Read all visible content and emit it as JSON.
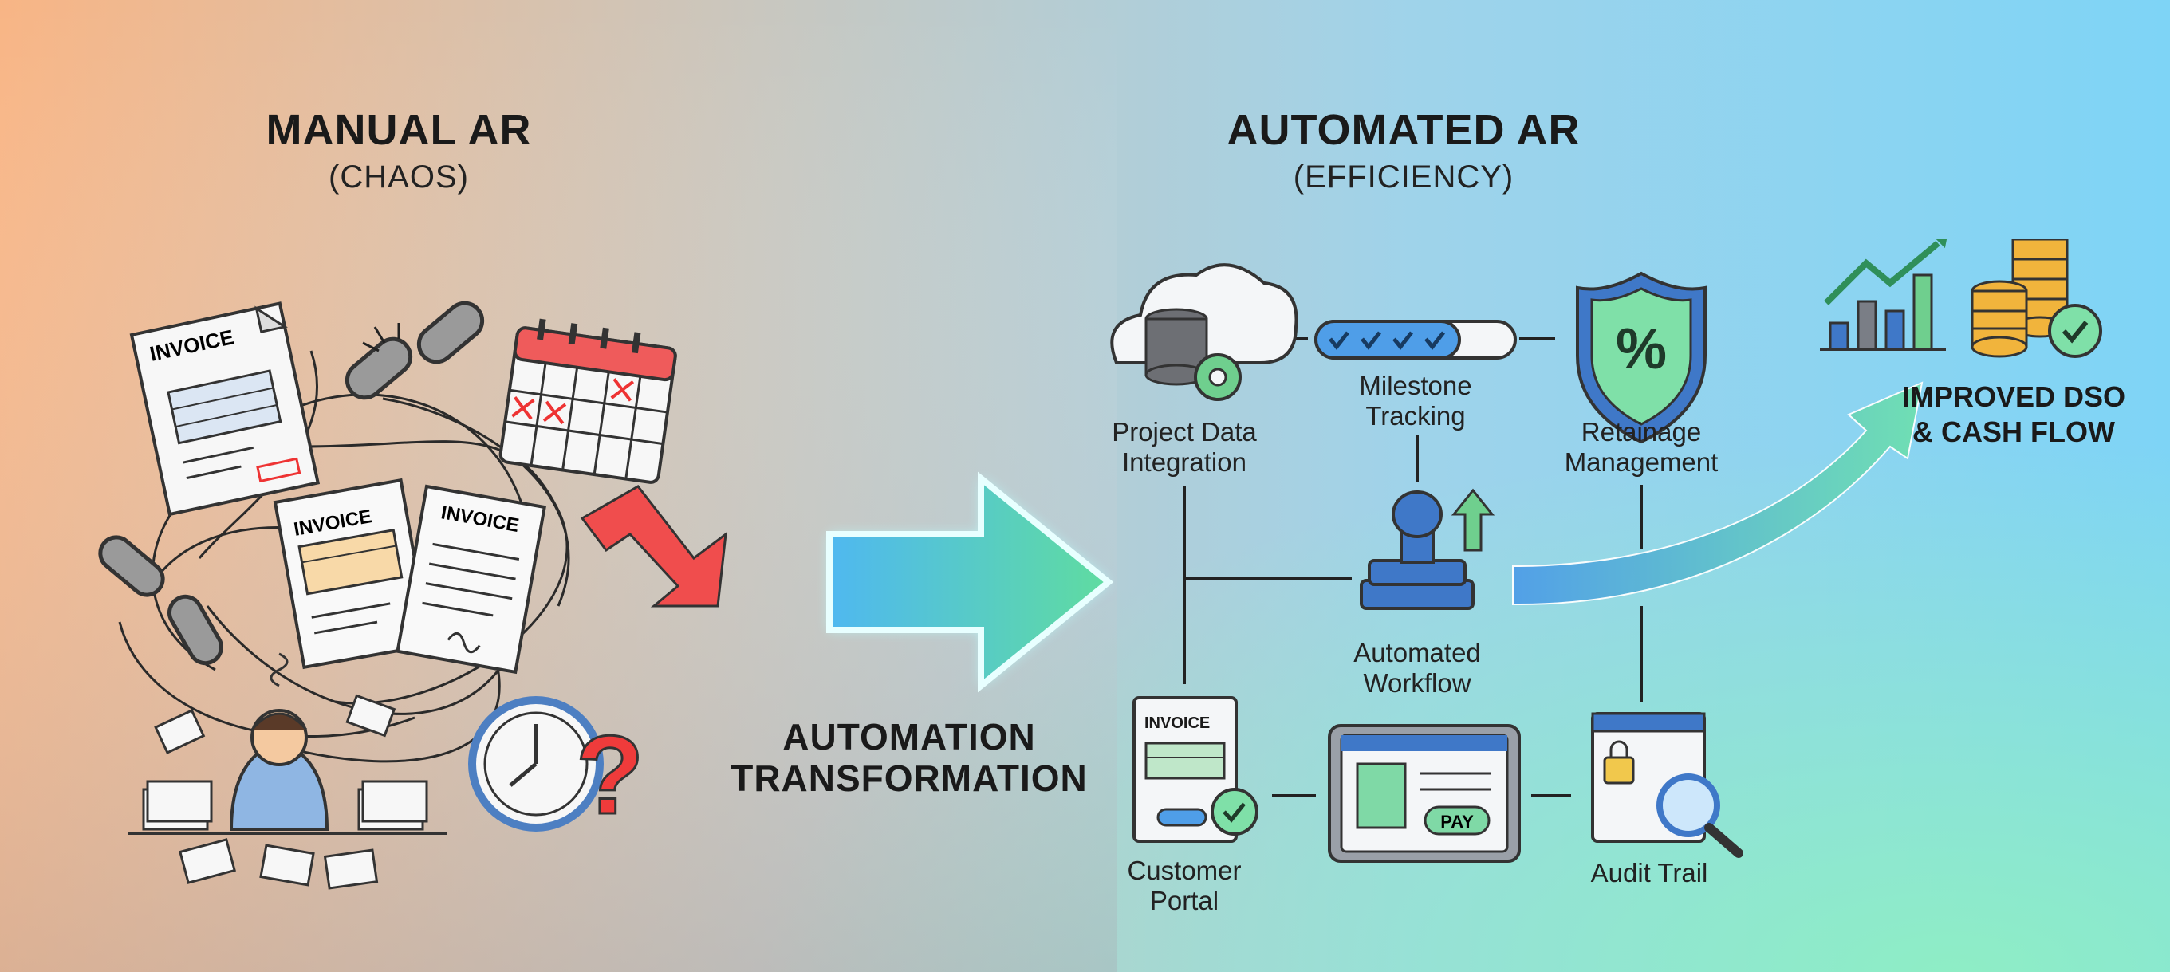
{
  "colors": {
    "bg_left": "#f6b486",
    "bg_mid": "#b8c9cf",
    "bg_right": "#82d3f3",
    "bg_bottom_right": "#8fe6c8",
    "chaos_red": "#f04d4d",
    "transform_blue": "#4fb8f0",
    "transform_green": "#5fdca0",
    "icon_green": "#7fd9a6",
    "icon_blue": "#5b9be0",
    "coin_gold": "#f1b43c"
  },
  "left": {
    "title": "MANUAL AR",
    "subtitle": "(CHAOS)"
  },
  "right": {
    "title": "AUTOMATED AR",
    "subtitle": "(EFFICIENCY)"
  },
  "center": {
    "label_line1": "AUTOMATION",
    "label_line2": "TRANSFORMATION"
  },
  "chaos": {
    "invoice_text": "INVOICE",
    "icons": [
      "invoice-icon",
      "broken-chain-icon",
      "calendar-icon",
      "clock-icon",
      "question-mark-icon",
      "stressed-person-icon",
      "paper-stack-icon",
      "downward-arrow-icon"
    ]
  },
  "flow": {
    "project_data": {
      "line1": "Project Data",
      "line2": "Integration",
      "icon": "cloud-database-icon"
    },
    "milestone": {
      "line1": "Milestone",
      "line2": "Tracking",
      "icon": "progress-bar-icon"
    },
    "retainage": {
      "line1": "Retainage",
      "line2": "Management",
      "icon": "percent-shield-icon"
    },
    "workflow": {
      "line1": "Automated",
      "line2": "Workflow",
      "icon": "stamp-icon"
    },
    "portal": {
      "line1": "Customer",
      "line2": "Portal",
      "icon": "invoice-check-icon",
      "invoice_text": "INVOICE"
    },
    "payment": {
      "pay_label": "PAY",
      "icon": "tablet-payment-icon"
    },
    "audit": {
      "line1": "Audit Trail",
      "icon": "audit-magnifier-icon"
    }
  },
  "result": {
    "line1": "IMPROVED DSO",
    "line2": "& CASH FLOW",
    "icons": [
      "growth-chart-icon",
      "coins-icon"
    ]
  }
}
